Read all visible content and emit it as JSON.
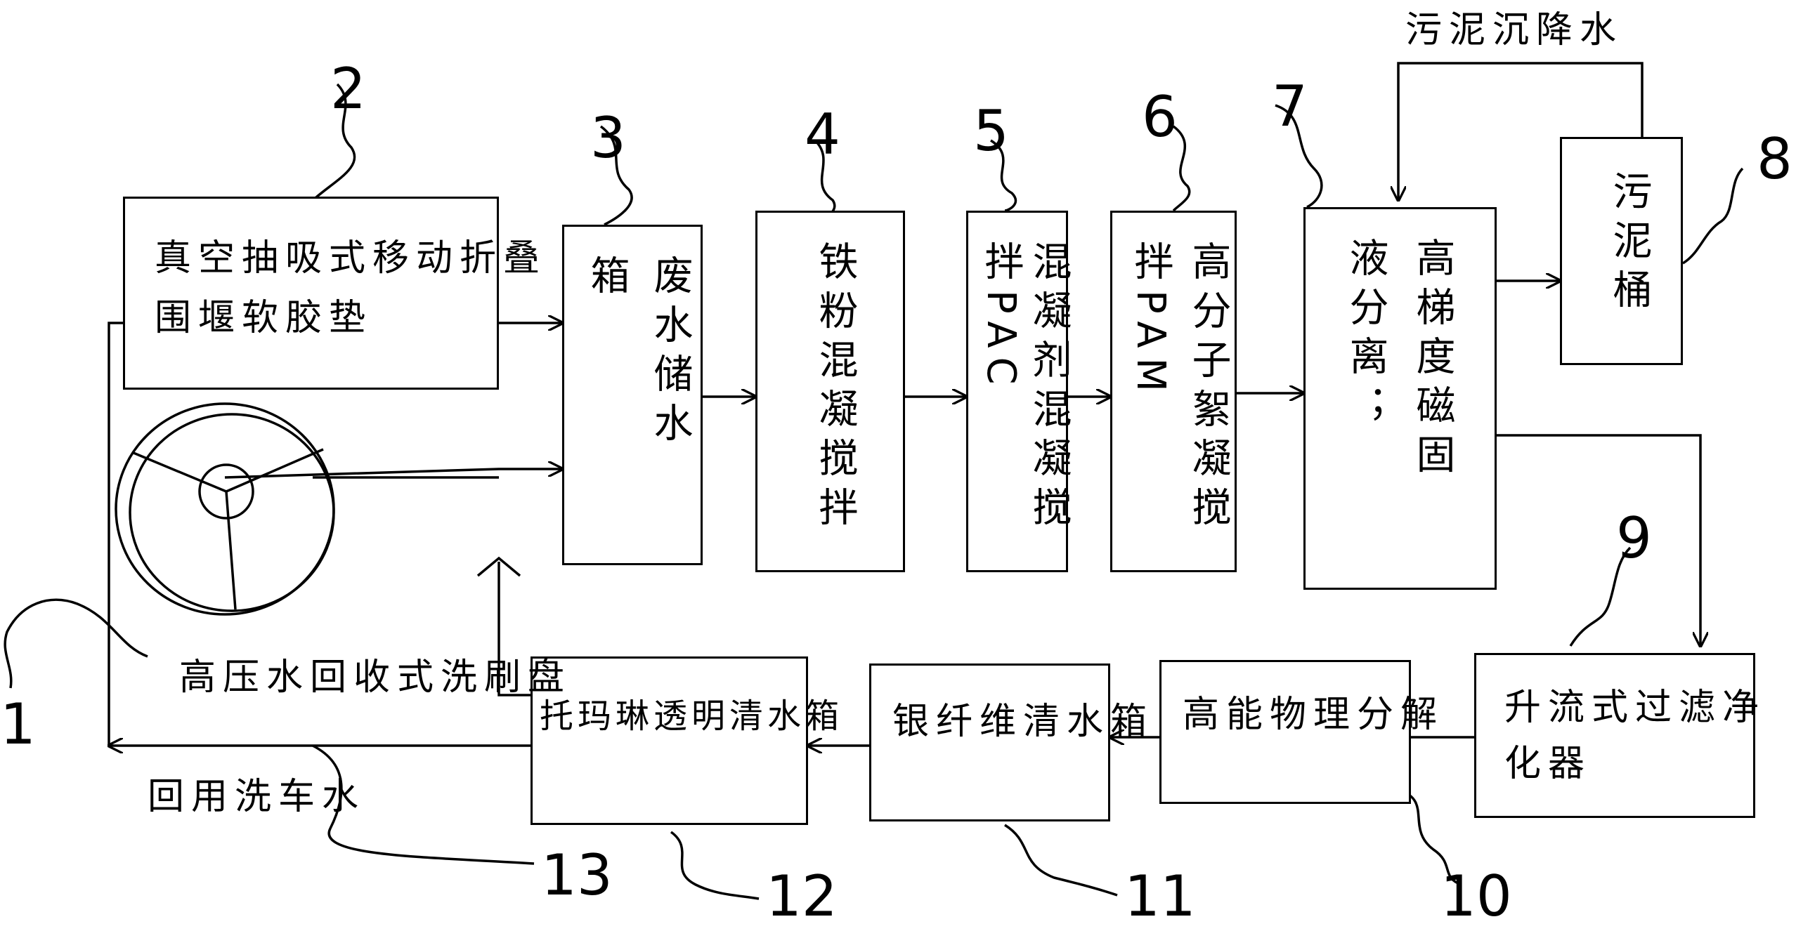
{
  "labels": {
    "box2_line1": "真空抽吸式移动折叠",
    "box2_line2": "围堰软胶垫",
    "box3_col1": "废水储水",
    "box3_col2": "箱",
    "box4": "铁粉混凝搅拌",
    "box5_col1": "混凝剂混凝搅",
    "box5_col2": "拌PAC",
    "box6_col1": "高分子絮凝搅",
    "box6_col2": "拌PAM",
    "box7_col1": "高梯度磁固",
    "box7_col2": "液分离；",
    "box8": "污泥桶",
    "box9_line1": "升流式过滤净",
    "box9_line2": "化器",
    "box10": "高能物理分解",
    "box11": "银纤维清水箱",
    "box12": "托玛琳透明清水箱",
    "wheel": "高压水回收式洗刷盘",
    "reuse": "回用洗车水",
    "sludge_water": "污泥沉降水"
  },
  "numbers": {
    "n1": "1",
    "n2": "2",
    "n3": "3",
    "n4": "4",
    "n5": "5",
    "n6": "6",
    "n7": "7",
    "n8": "8",
    "n9": "9",
    "n10": "10",
    "n11": "11",
    "n12": "12",
    "n13": "13"
  }
}
